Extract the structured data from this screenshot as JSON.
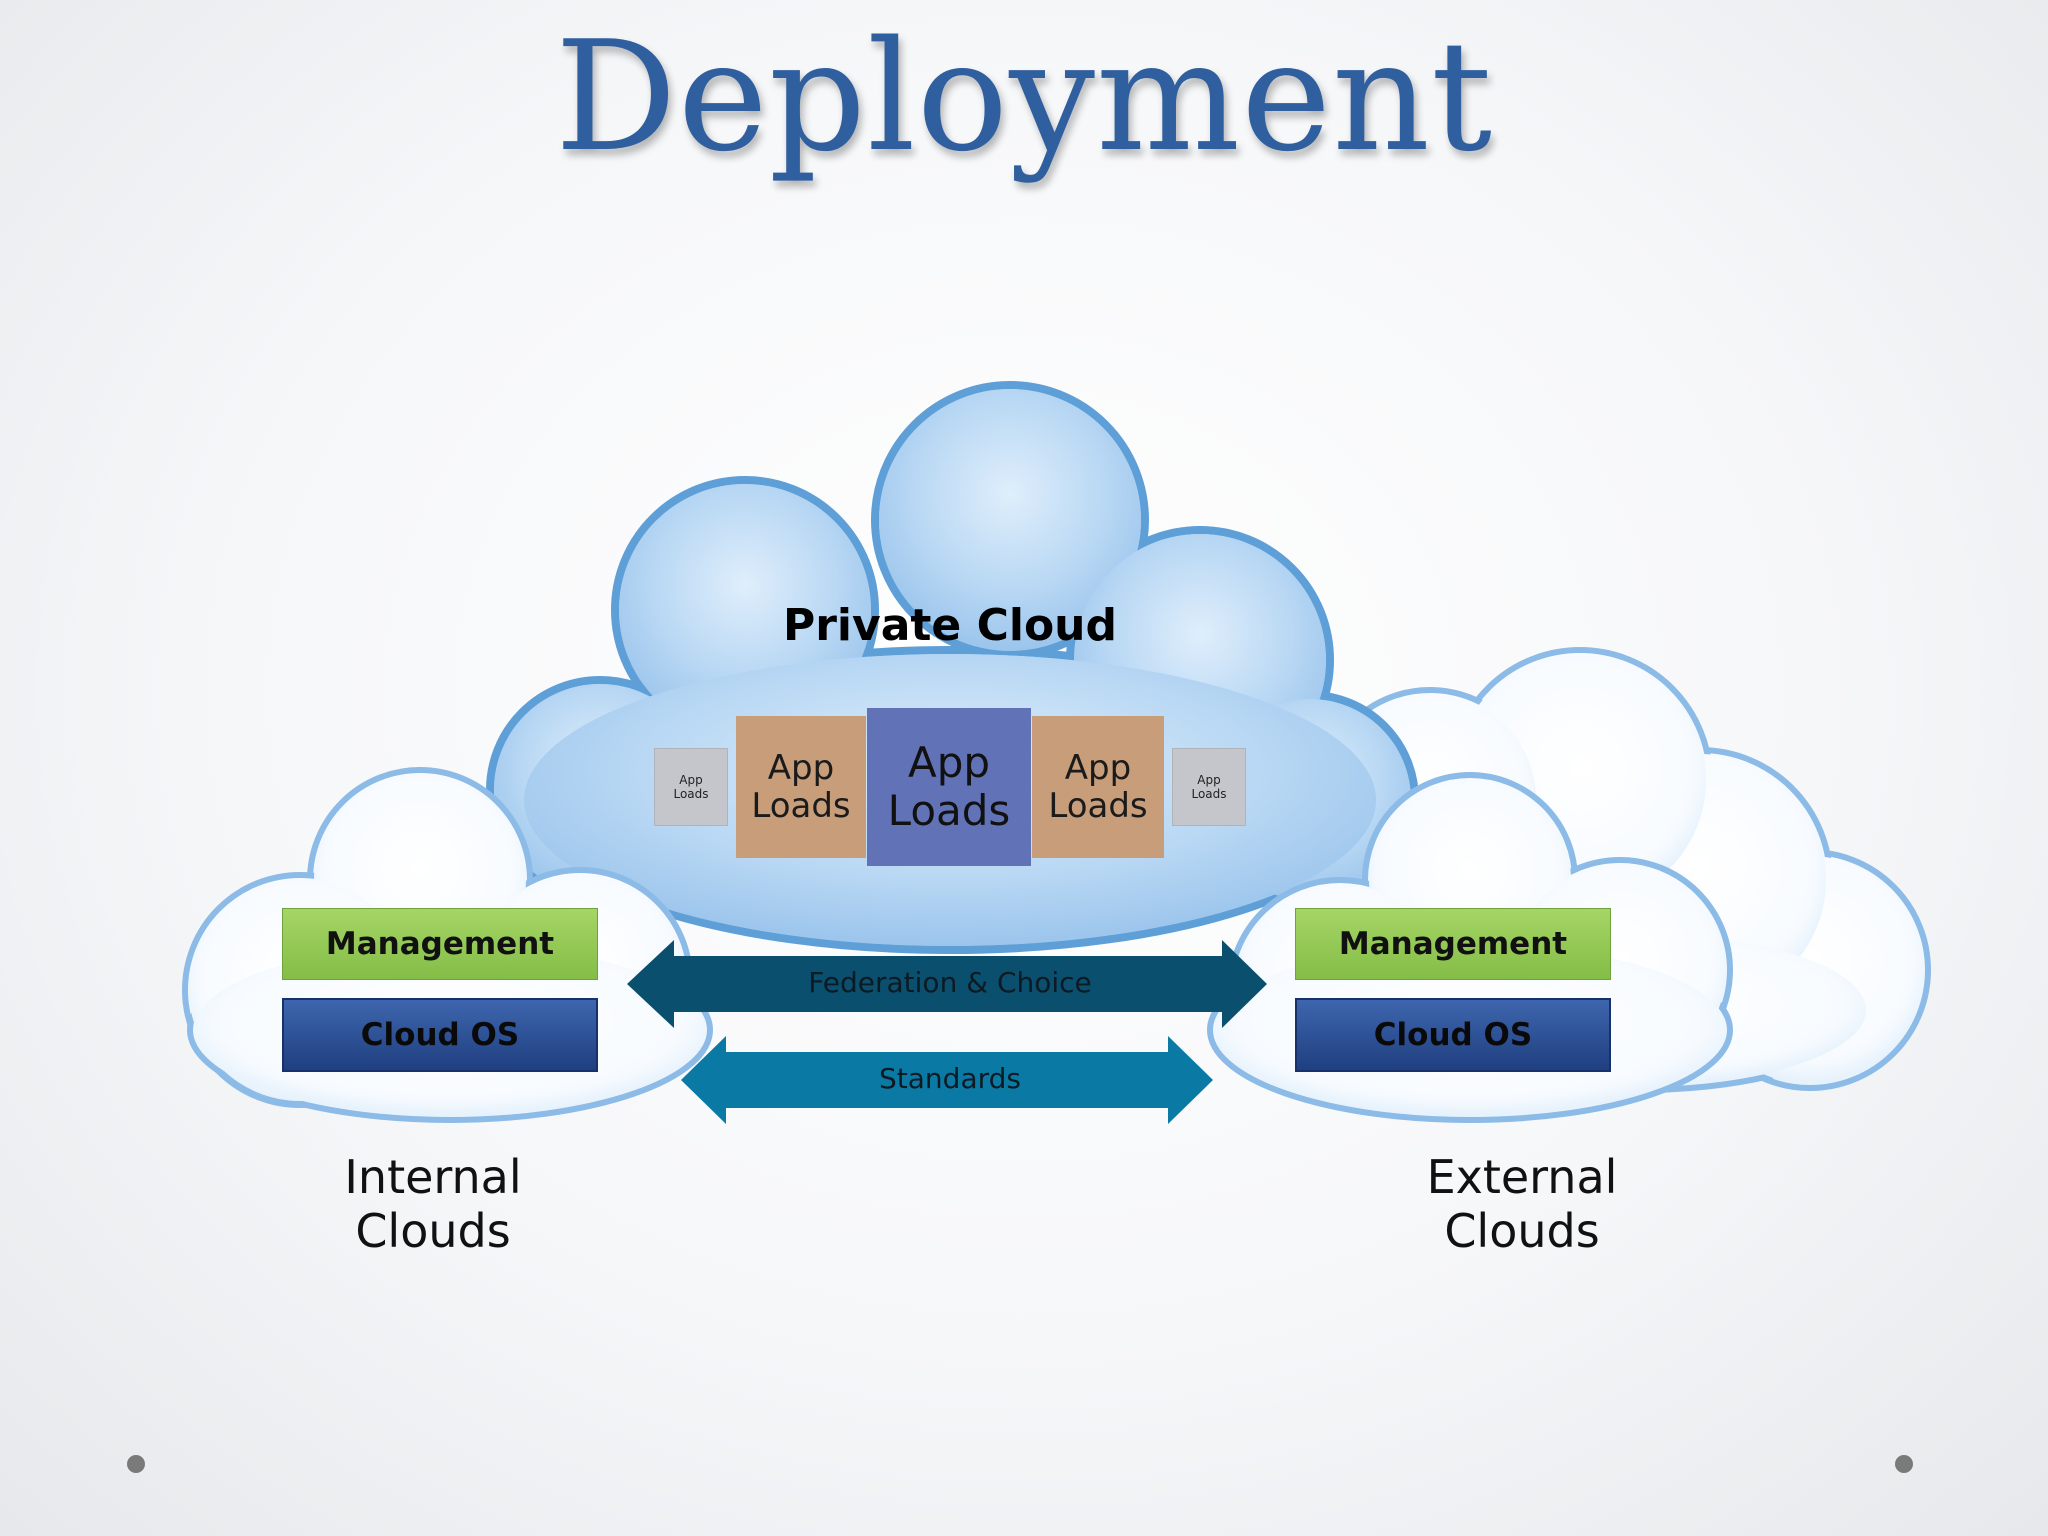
{
  "slide": {
    "title": "Deployment"
  },
  "private_cloud": {
    "label": "Private Cloud",
    "app_small_left": "App Loads",
    "app_mid_left": "App Loads",
    "app_center": "App Loads",
    "app_mid_right": "App Loads",
    "app_small_right": "App Loads"
  },
  "internal": {
    "management": "Management",
    "cloud_os": "Cloud OS",
    "label": "Internal Clouds"
  },
  "external": {
    "management": "Management",
    "cloud_os": "Cloud OS",
    "label": "External Clouds"
  },
  "arrows": {
    "federation": "Federation & Choice",
    "standards": "Standards"
  },
  "colors": {
    "title": "#2f5f9e",
    "management_green": "#8cc34f",
    "cloud_os_blue": "#2a4d93",
    "app_center": "#6173b6",
    "app_side": "#c79d7a",
    "federation_arrow": "#0b4f6e",
    "standards_arrow": "#0a7aa5"
  }
}
